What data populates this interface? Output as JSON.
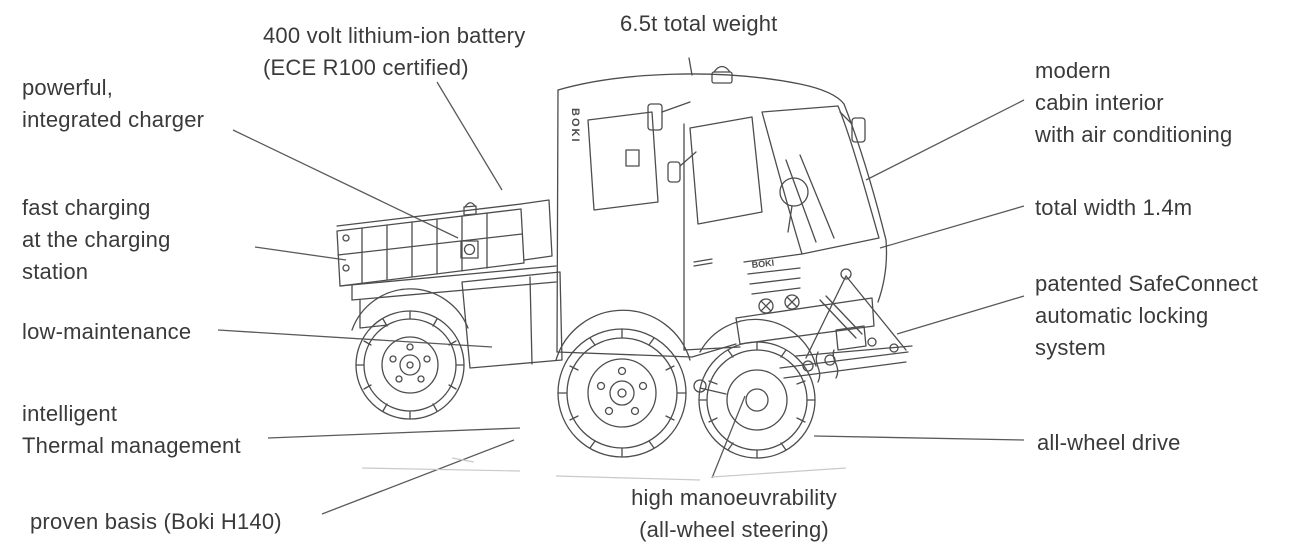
{
  "labels": {
    "battery": "400 volt lithium-ion battery\n(ECE R100 certified)",
    "total_weight": "6.5t total weight",
    "charger": "powerful,\nintegrated charger",
    "fast_charging": "fast charging\nat the charging\nstation",
    "low_maintenance": "low-maintenance",
    "thermal": "intelligent\nThermal management",
    "basis": "proven basis (Boki H140)",
    "manoeuvrability": "high manoeuvrability\n(all-wheel steering)",
    "cabin": "modern\ncabin interior\nwith air conditioning",
    "width": "total width 1.4m",
    "safeconnect": "patented SafeConnect\nautomatic locking\nsystem",
    "awd": "all-wheel drive"
  },
  "truck_brand": "BOKI",
  "colors": {
    "text": "#3a3a3a",
    "line_art": "#4d4d4d",
    "leader_line": "#5a5a5a",
    "background": "#ffffff"
  }
}
